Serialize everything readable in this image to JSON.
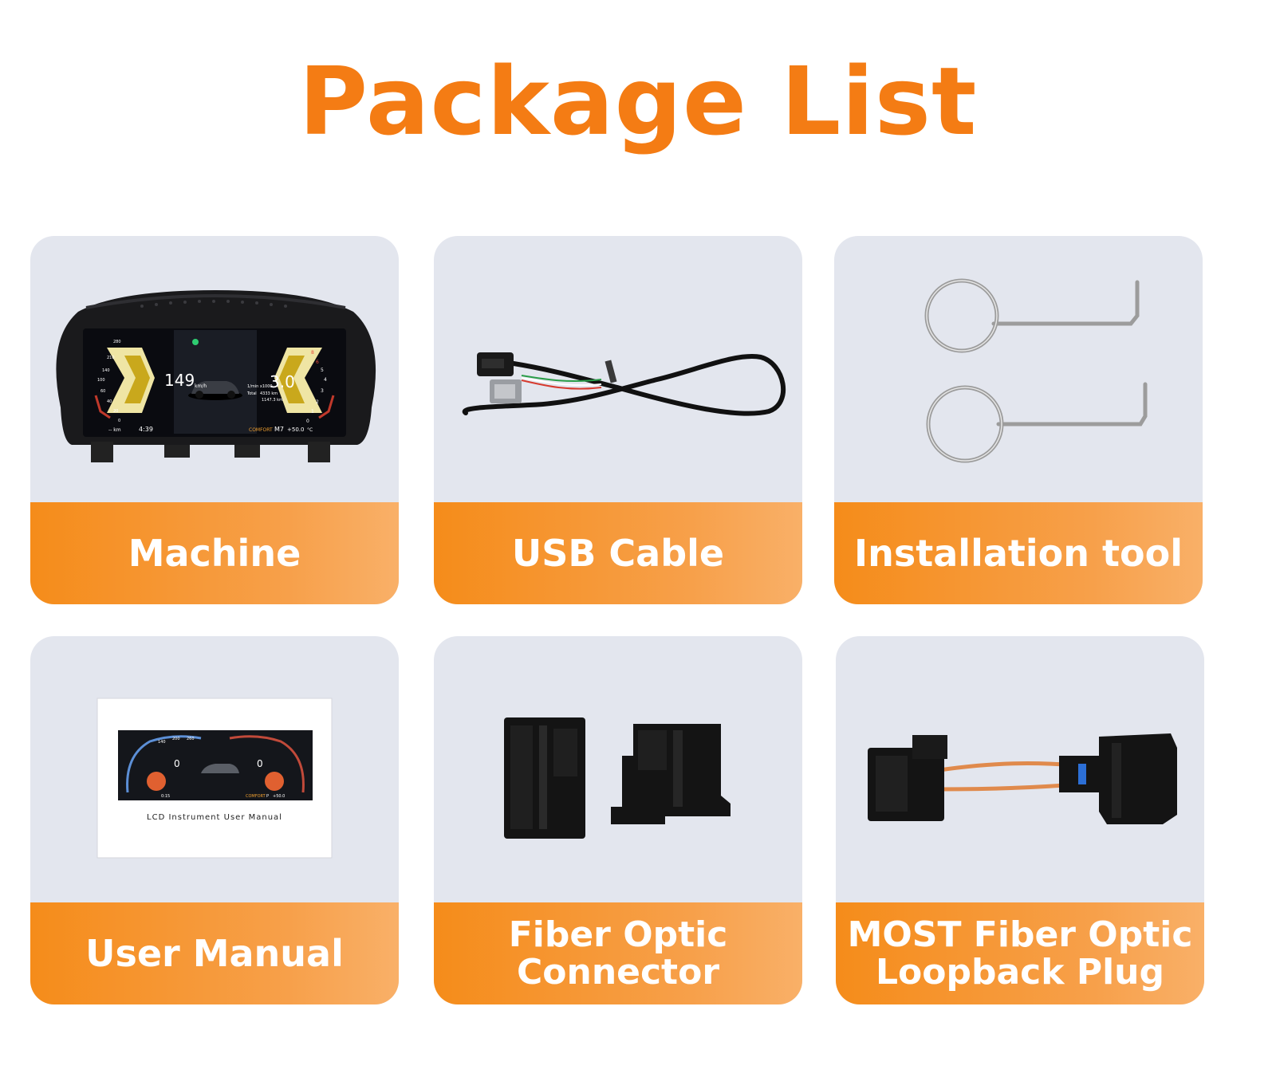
{
  "title": "Package List",
  "items": [
    {
      "label": "Machine"
    },
    {
      "label": "USB Cable"
    },
    {
      "label": "Installation tool"
    },
    {
      "label": "User Manual"
    },
    {
      "label": "Fiber Optic\nConnector"
    },
    {
      "label": "MOST Fiber Optic\nLoopback Plug"
    }
  ],
  "dashboard": {
    "speed": "149",
    "speed_unit": "km/h",
    "rpm": "3.0",
    "time": "4:39",
    "mode": "COMFORT",
    "gear": "M7",
    "temp": "+50.0",
    "temp_unit": "°C",
    "rpm_label": "1/min x1000",
    "total_label": "Total",
    "total_value": "4333 km",
    "trip_value": "1147.3 km",
    "speed_ticks": [
      "280",
      "210",
      "140",
      "100",
      "60",
      "40",
      "20",
      "0"
    ],
    "rpm_ticks": [
      "8",
      "6",
      "5",
      "4",
      "3",
      "2",
      "1",
      "0"
    ],
    "range_label": "-- km"
  },
  "manual": {
    "caption": "LCD Instrument User Manual",
    "speed": "0",
    "rpm": "0",
    "ticks_top": [
      "140",
      "200",
      "260"
    ],
    "mode": "COMFORT",
    "gear": "P",
    "temp": "+50.0",
    "trip": "0:15"
  },
  "colors": {
    "title": "#f47c14",
    "card_bg": "#e3e6ee",
    "band": "#f58c1a",
    "label": "#ffffff"
  }
}
